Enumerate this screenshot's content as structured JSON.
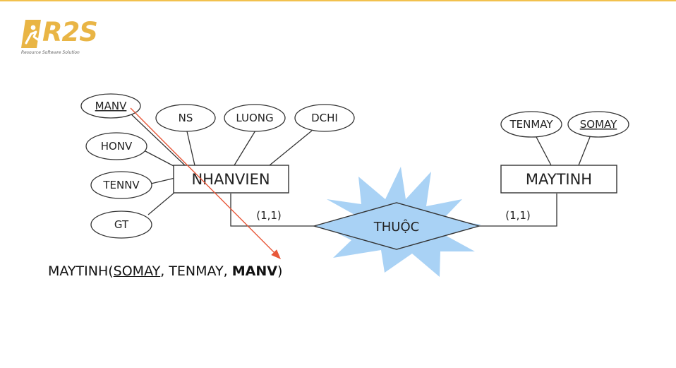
{
  "logo": {
    "text": "R2S",
    "tagline": "Resource Software Solution"
  },
  "diagram": {
    "entities": {
      "nhanvien": "NHANVIEN",
      "maytinh": "MAYTINH"
    },
    "attributes": {
      "manv": "MANV",
      "ns": "NS",
      "luong": "LUONG",
      "dchi": "DCHI",
      "honv": "HONV",
      "tennv": "TENNV",
      "gt": "GT",
      "tenmay": "TENMAY",
      "somay": "SOMAY"
    },
    "relationship": "THUỘC",
    "cardinality_left": "(1,1)",
    "cardinality_right": "(1,1)",
    "colors": {
      "arrow": "#e8583a",
      "highlight": "#a9d2f5",
      "logo": "#e9b545"
    }
  },
  "formula": {
    "prefix": "MAYTINH(",
    "key": "SOMAY",
    "middle": ", TENMAY, ",
    "fk": "MANV",
    "suffix": ")"
  }
}
